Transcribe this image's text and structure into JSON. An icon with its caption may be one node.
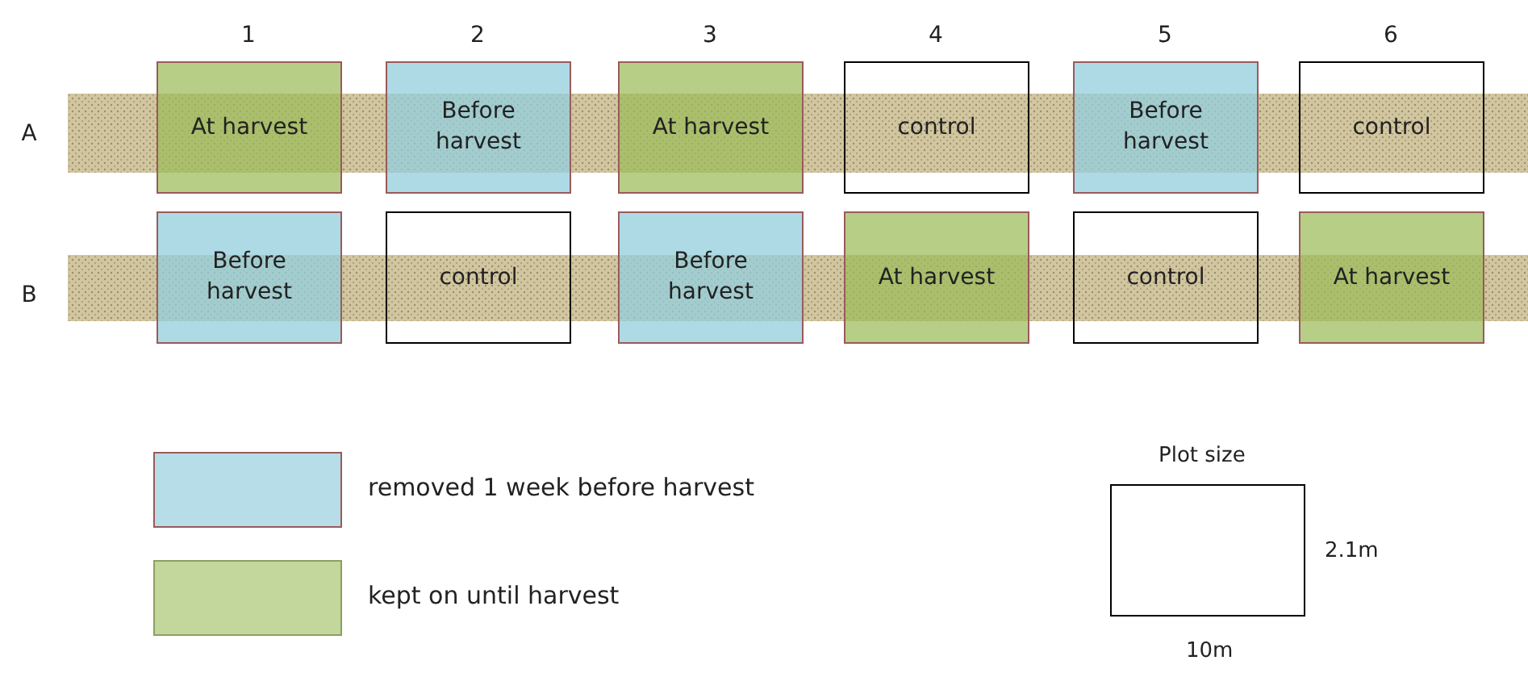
{
  "diagram": {
    "nodes": [
      {
        "text": [
          "At harvest"
        ]
      },
      {
        "text": [
          "Before harvest"
        ]
      },
      {
        "text": [
          "At harvest"
        ]
      },
      {
        "text": [
          "control"
        ]
      },
      {
        "text": [
          "Before harvest"
        ]
      },
      {
        "text": [
          "control"
        ]
      },
      {
        "text": [
          "Before harvest"
        ]
      },
      {
        "text": [
          "control"
        ]
      },
      {
        "text": [
          "Before harvest"
        ]
      },
      {
        "text": [
          "At harvest"
        ]
      },
      {
        "text": [
          "control"
        ]
      },
      {
        "text": [
          "At harvest"
        ]
      },
      {
        "text": [
          "Plot size"
        ],
        "beside": [
          "2.1m",
          "10m"
        ]
      }
    ],
    "labels": [
      "1",
      "2",
      "3",
      "4",
      "5",
      "6",
      "A",
      "B"
    ],
    "legend": [
      {
        "text": "removed 1 week before harvest",
        "color": "#b7dde8"
      },
      {
        "text": "kept on until harvest",
        "color": "#c3d69b"
      }
    ]
  }
}
